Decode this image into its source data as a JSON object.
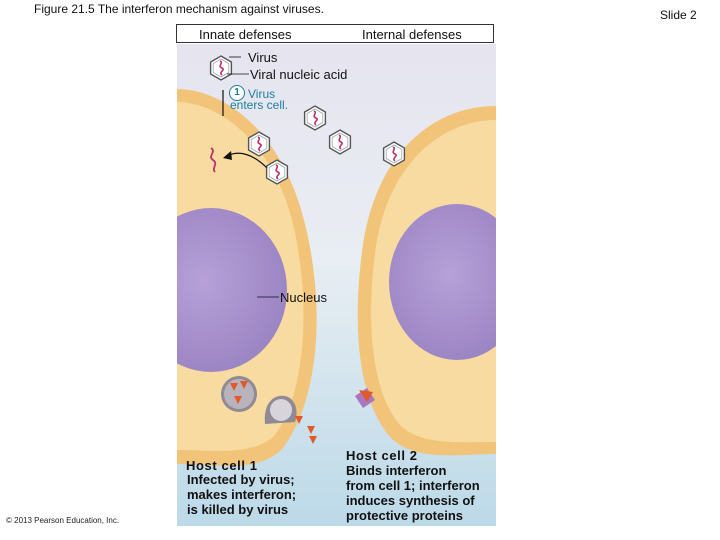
{
  "figure_title": "Figure 21.5 The interferon mechanism against viruses.",
  "slide_label": "Slide 2",
  "header": {
    "left_label": "Innate defenses",
    "right_label": "Internal defenses"
  },
  "labels": {
    "virus": "Virus",
    "viral_nucleic_acid": "Viral nucleic acid",
    "nucleus": "Nucleus"
  },
  "step": {
    "number": "1",
    "line1": "Virus",
    "line2": "enters cell."
  },
  "host_cell_1": {
    "title": "Host cell 1",
    "desc_lines": [
      "Infected by virus;",
      "makes interferon;",
      "is killed by virus"
    ]
  },
  "host_cell_2": {
    "title": "Host cell 2",
    "desc_lines": [
      "Binds interferon",
      "from cell 1; interferon",
      "induces synthesis of",
      "protective proteins"
    ]
  },
  "copyright": "© 2013 Pearson Education, Inc.",
  "colors": {
    "background_blue": "#c9e1ee",
    "cell_membrane": "#f1c479",
    "cytoplasm": "#f8dba0",
    "nucleus": "#a791cc",
    "interferon": "#e2592a",
    "viral_rna": "#c0306a",
    "step_teal": "#1c7f9e",
    "receptor": "#a877c0"
  },
  "icons": [
    "virus-capsid-icon",
    "viral-rna-icon",
    "interferon-triangle-icon",
    "interferon-receptor-icon"
  ]
}
